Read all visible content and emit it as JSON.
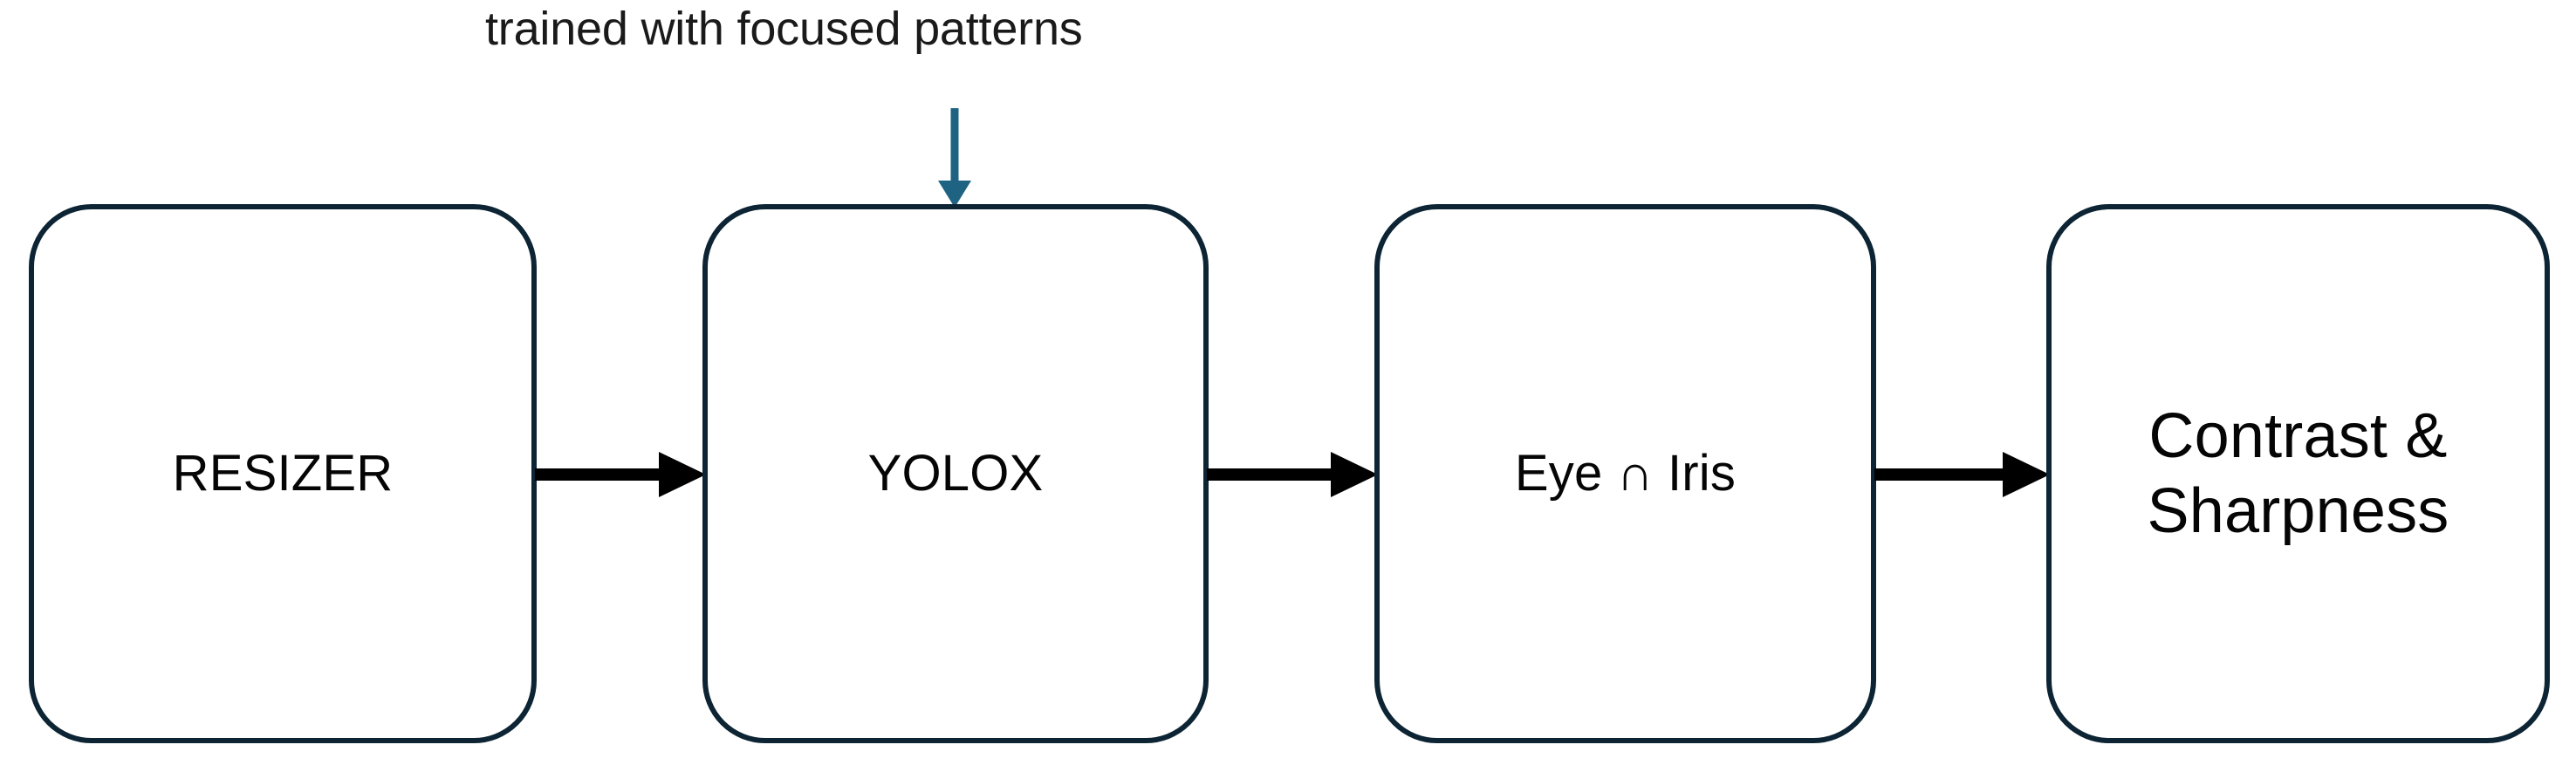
{
  "diagram": {
    "title_annotation": "trained with focused patterns",
    "background_color": "#ffffff",
    "node_border_color": "#0c2433",
    "node_fill_color": "#ffffff",
    "flow_arrow_color": "#000000",
    "annotation_arrow_color": "#1f6383",
    "nodes": [
      {
        "id": "resizer",
        "label": "RESIZER",
        "icon": "process-box-icon"
      },
      {
        "id": "yolox",
        "label": "YOLOX",
        "icon": "process-box-icon"
      },
      {
        "id": "eye-iris",
        "label": "Eye ∩ Iris",
        "icon": "process-box-icon"
      },
      {
        "id": "contrast",
        "label_line1": "Contrast &",
        "label_line2": "Sharpness",
        "icon": "process-box-icon"
      }
    ],
    "edges": [
      {
        "from": "resizer",
        "to": "yolox",
        "style": "solid-black-arrow"
      },
      {
        "from": "yolox",
        "to": "eye-iris",
        "style": "solid-black-arrow"
      },
      {
        "from": "eye-iris",
        "to": "contrast",
        "style": "solid-black-arrow"
      },
      {
        "from": "trained with focused patterns",
        "to": "yolox",
        "style": "solid-teal-arrow"
      }
    ]
  }
}
